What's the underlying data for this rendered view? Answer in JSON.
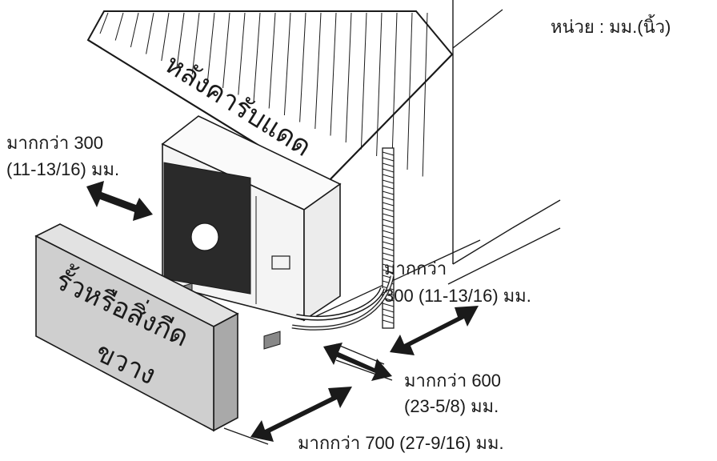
{
  "unit_label": "หน่วย : มม.(นิ้ว)",
  "roof_label": "หลังคารับแดด",
  "obstacle_label": [
    "รั้วหรือสิ่งกีด",
    "ขวาง"
  ],
  "clearances": {
    "left": [
      "มากกว่า 300",
      "(11-13/16) มม."
    ],
    "right": [
      "มากกว่า",
      "300 (11-13/16) มม."
    ],
    "front": [
      "มากกว่า 600",
      "(23-5/8) มม."
    ],
    "side": [
      "มากกว่า 700 (27-9/16) มม."
    ]
  },
  "colors": {
    "ink": "#1a1a1a",
    "panel": "#cfcfcf",
    "unit_body": "#f4f4f4"
  }
}
